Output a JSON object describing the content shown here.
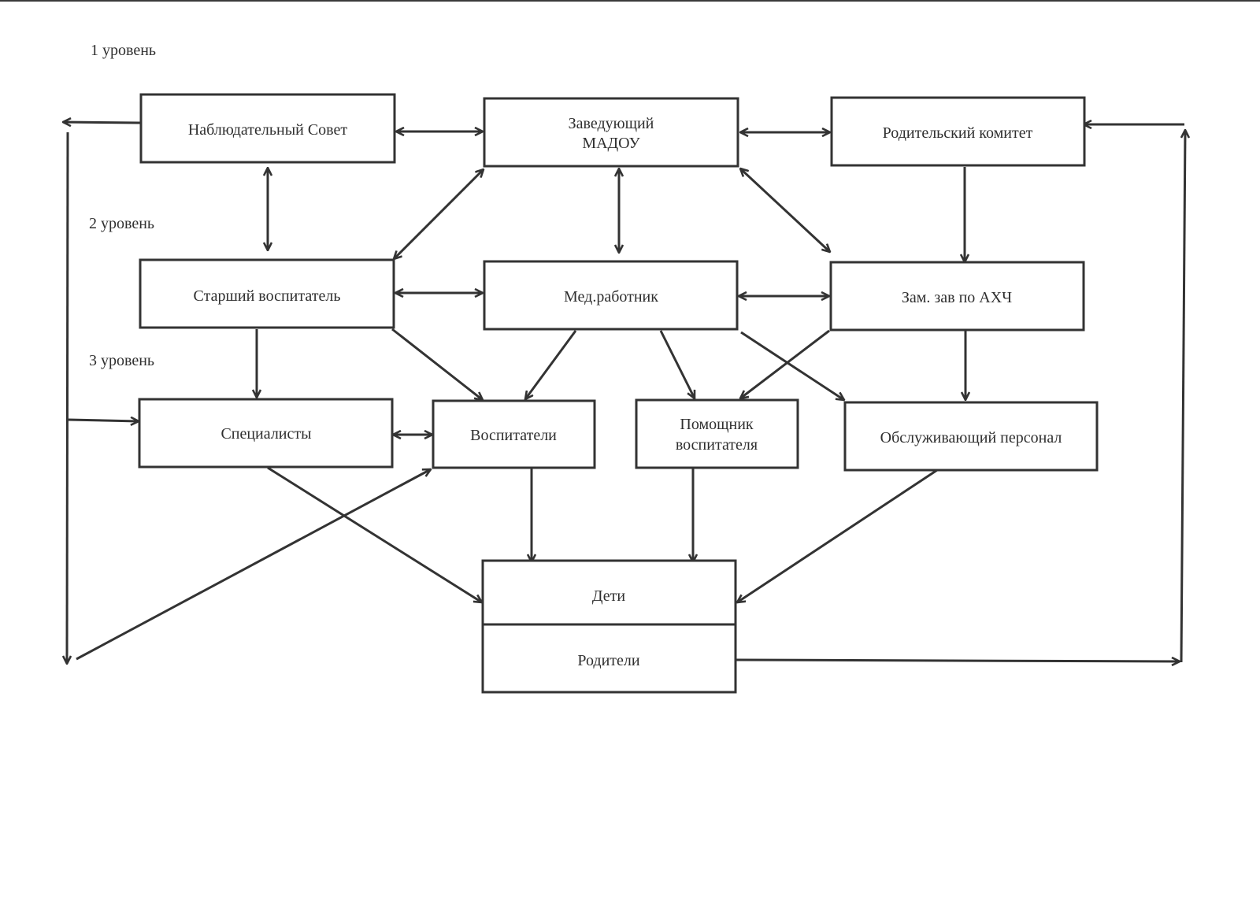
{
  "levels": {
    "level1": "1 уровень",
    "level2": "2 уровень",
    "level3": "3 уровень"
  },
  "nodes": {
    "nablyud_sovet": {
      "lines": [
        "Наблюдательный Совет"
      ]
    },
    "zaveduyushchiy": {
      "lines": [
        "Заведующий",
        "МАДОУ"
      ]
    },
    "rod_komitet": {
      "lines": [
        "Родительский комитет"
      ]
    },
    "starshiy_vosp": {
      "lines": [
        "Старший воспитатель"
      ]
    },
    "med_rabotnik": {
      "lines": [
        "Мед.работник"
      ]
    },
    "zam_zav": {
      "lines": [
        "Зам. зав по АХЧ"
      ]
    },
    "spetsialisty": {
      "lines": [
        "Специалисты"
      ]
    },
    "vospitateli": {
      "lines": [
        "Воспитатели"
      ]
    },
    "pomoshchnik": {
      "lines": [
        "Помощник",
        "воспитателя"
      ]
    },
    "obsluzh_personal": {
      "lines": [
        "Обслуживающий персонал"
      ]
    },
    "deti": {
      "lines": [
        "Дети"
      ]
    },
    "roditeli": {
      "lines": [
        "Родители"
      ]
    }
  },
  "edges": [
    {
      "from": "nablyud_sovet",
      "to": "zaveduyushchiy",
      "type": "bidirectional"
    },
    {
      "from": "zaveduyushchiy",
      "to": "rod_komitet",
      "type": "bidirectional"
    },
    {
      "from": "nablyud_sovet",
      "to": "starshiy_vosp",
      "type": "bidirectional"
    },
    {
      "from": "zaveduyushchiy",
      "to": "starshiy_vosp",
      "type": "bidirectional"
    },
    {
      "from": "zaveduyushchiy",
      "to": "med_rabotnik",
      "type": "bidirectional"
    },
    {
      "from": "zaveduyushchiy",
      "to": "zam_zav",
      "type": "bidirectional"
    },
    {
      "from": "rod_komitet",
      "to": "zam_zav",
      "type": "directed"
    },
    {
      "from": "starshiy_vosp",
      "to": "med_rabotnik",
      "type": "bidirectional"
    },
    {
      "from": "med_rabotnik",
      "to": "zam_zav",
      "type": "bidirectional"
    },
    {
      "from": "starshiy_vosp",
      "to": "spetsialisty",
      "type": "directed"
    },
    {
      "from": "starshiy_vosp",
      "to": "vospitateli",
      "type": "directed"
    },
    {
      "from": "med_rabotnik",
      "to": "vospitateli",
      "type": "directed"
    },
    {
      "from": "med_rabotnik",
      "to": "pomoshchnik",
      "type": "directed"
    },
    {
      "from": "med_rabotnik",
      "to": "obsluzh_personal",
      "type": "directed"
    },
    {
      "from": "zam_zav",
      "to": "pomoshchnik",
      "type": "directed"
    },
    {
      "from": "zam_zav",
      "to": "obsluzh_personal",
      "type": "directed"
    },
    {
      "from": "spetsialisty",
      "to": "vospitateli",
      "type": "bidirectional"
    },
    {
      "from": "spetsialisty",
      "to": "deti",
      "type": "directed"
    },
    {
      "from": "vospitateli",
      "to": "deti",
      "type": "directed"
    },
    {
      "from": "pomoshchnik",
      "to": "deti",
      "type": "directed"
    },
    {
      "from": "obsluzh_personal",
      "to": "deti",
      "type": "directed"
    },
    {
      "from": "nablyud_sovet",
      "to": "spetsialisty",
      "type": "directed",
      "route": "left-loop"
    },
    {
      "from": "nablyud_sovet",
      "to": "vospitateli",
      "type": "directed",
      "route": "left-loop"
    },
    {
      "from": "roditeli",
      "to": "rod_komitet",
      "type": "directed",
      "route": "right-loop"
    }
  ]
}
